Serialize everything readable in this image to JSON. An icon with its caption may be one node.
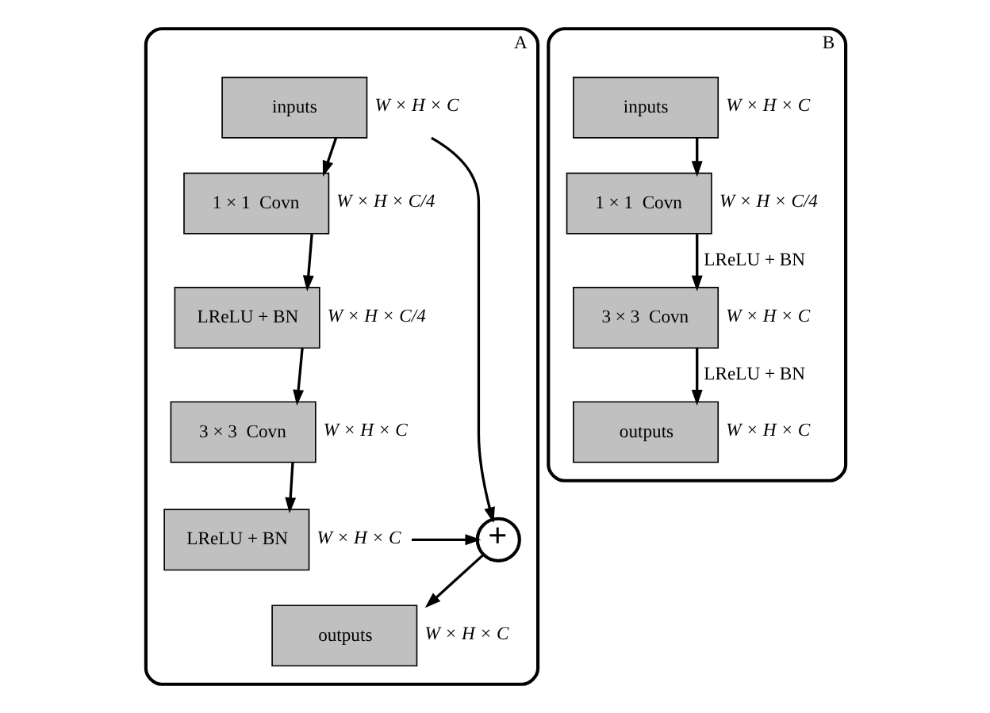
{
  "diagram": {
    "nodes": [
      {
        "text": [
          "A"
        ]
      },
      {
        "text": [
          "inputs"
        ],
        "in": 0,
        "beside": [
          "W × H × C"
        ]
      },
      {
        "text": [
          "1 × 1  Covn"
        ],
        "in": 0,
        "beside": [
          "W × H × C/4"
        ]
      },
      {
        "text": [
          "LReLU + BN"
        ],
        "in": 0,
        "beside": [
          "W × H × C/4"
        ]
      },
      {
        "text": [
          "3 × 3  Covn"
        ],
        "in": 0,
        "beside": [
          "W × H × C"
        ]
      },
      {
        "text": [
          "LReLU + BN"
        ],
        "in": 0,
        "beside": [
          "W × H × C"
        ]
      },
      {
        "text": [
          "+"
        ],
        "in": 0
      },
      {
        "text": [
          "outputs"
        ],
        "in": 0,
        "beside": [
          "W × H × C"
        ]
      },
      {
        "text": [
          "B"
        ]
      },
      {
        "text": [
          "inputs"
        ],
        "in": 8,
        "beside": [
          "W × H × C"
        ]
      },
      {
        "text": [
          "1 × 1  Covn"
        ],
        "in": 8,
        "beside": [
          "W × H × C/4"
        ]
      },
      {
        "text": [
          "3 × 3  Covn"
        ],
        "in": 8,
        "beside": [
          "W × H × C"
        ]
      },
      {
        "text": [
          "outputs"
        ],
        "in": 8,
        "beside": [
          "W × H × C"
        ]
      }
    ],
    "edges": [
      {
        "from": 1,
        "to": 2,
        "arrow": "to"
      },
      {
        "from": 2,
        "to": 3,
        "arrow": "to"
      },
      {
        "from": 3,
        "to": 4,
        "arrow": "to"
      },
      {
        "from": 4,
        "to": 5,
        "arrow": "to"
      },
      {
        "from": 5,
        "to": 6,
        "arrow": "to"
      },
      {
        "from": 1,
        "to": 6,
        "arrow": "to"
      },
      {
        "from": 6,
        "to": 7,
        "arrow": "to"
      },
      {
        "from": 9,
        "to": 10,
        "arrow": "to"
      },
      {
        "from": 10,
        "to": 11,
        "arrow": "to",
        "label": "LReLU + BN"
      },
      {
        "from": 11,
        "to": 12,
        "arrow": "to",
        "label": "LReLU + BN"
      }
    ]
  }
}
